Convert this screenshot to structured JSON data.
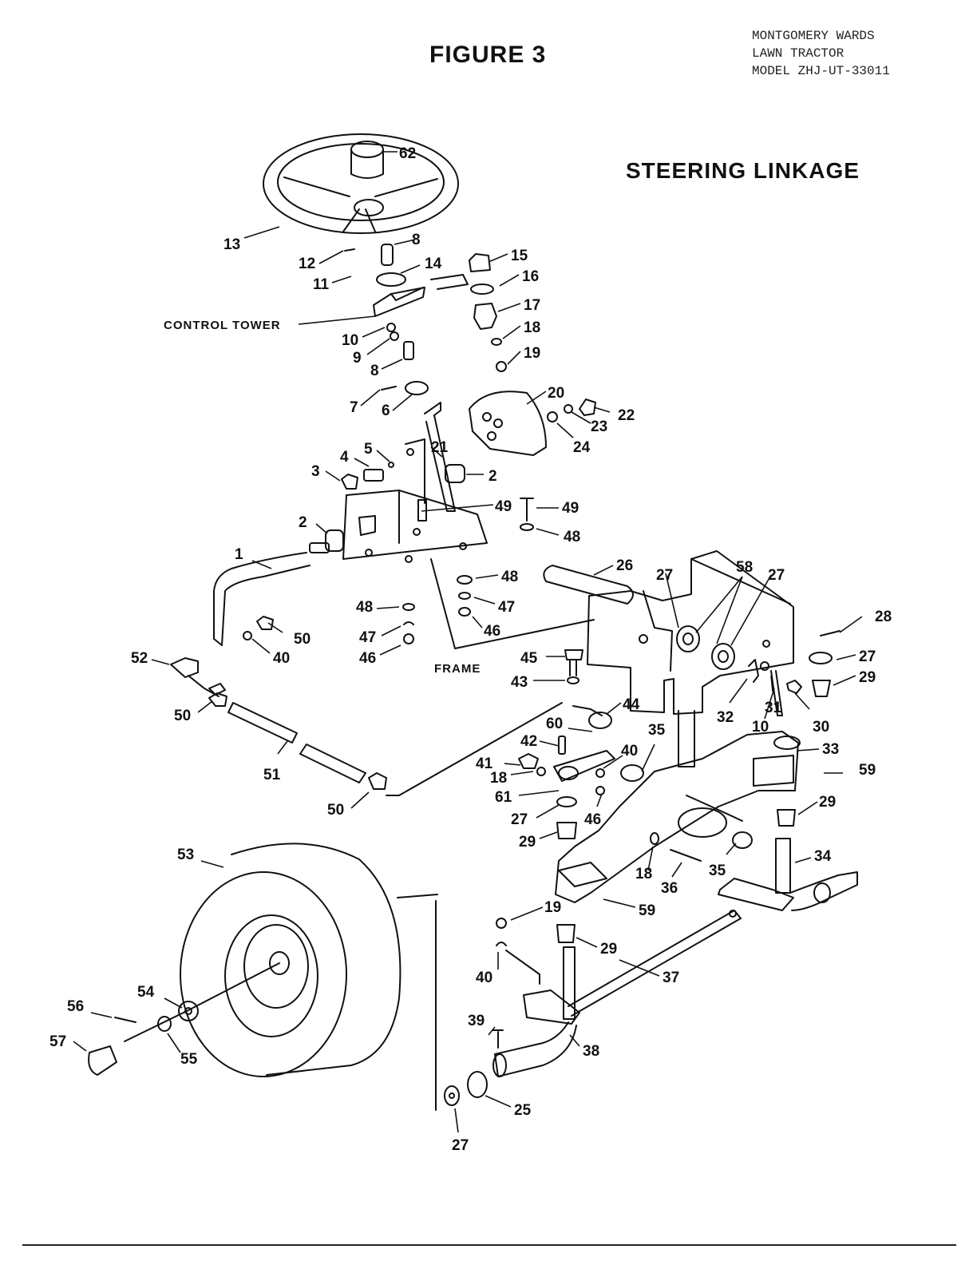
{
  "figure_title": "FIGURE 3",
  "header": {
    "line1": "MONTGOMERY WARDS",
    "line2": "LAWN TRACTOR",
    "line3": "MODEL ZHJ-UT-33011"
  },
  "section_title": "STEERING LINKAGE",
  "callouts": {
    "control_tower": "CONTROL TOWER",
    "frame": "FRAME"
  },
  "part_numbers": [
    "1",
    "2",
    "3",
    "4",
    "5",
    "6",
    "7",
    "8",
    "9",
    "10",
    "11",
    "12",
    "13",
    "14",
    "15",
    "16",
    "17",
    "18",
    "19",
    "20",
    "21",
    "22",
    "23",
    "24",
    "25",
    "26",
    "27",
    "28",
    "29",
    "30",
    "31",
    "32",
    "33",
    "34",
    "35",
    "36",
    "37",
    "38",
    "39",
    "40",
    "41",
    "42",
    "43",
    "44",
    "45",
    "46",
    "47",
    "48",
    "49",
    "50",
    "51",
    "52",
    "53",
    "54",
    "55",
    "56",
    "57",
    "58",
    "59",
    "60",
    "61",
    "62"
  ]
}
